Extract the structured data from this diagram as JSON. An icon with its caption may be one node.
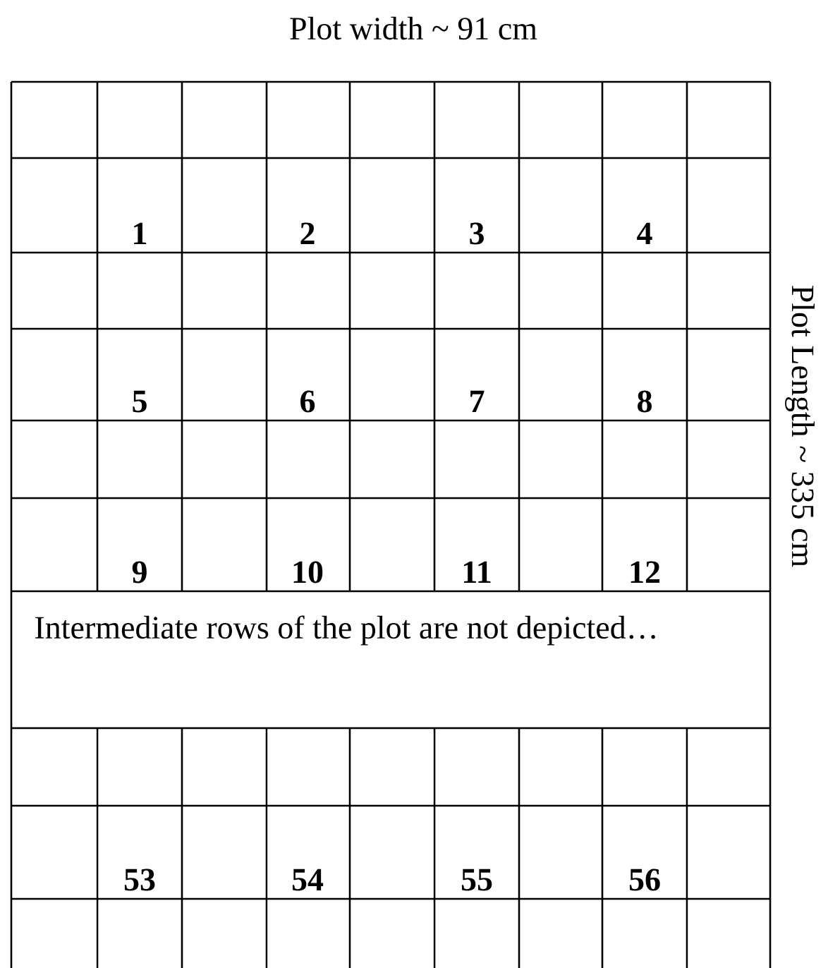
{
  "diagram": {
    "labels": [
      "Plot width ~ 91 cm",
      "Plot Length ~ 335 cm",
      "1",
      "2",
      "3",
      "4",
      "5",
      "6",
      "7",
      "8",
      "9",
      "10",
      "11",
      "12",
      "Intermediate rows of the plot are not depicted…",
      "53",
      "54",
      "55",
      "56"
    ]
  }
}
